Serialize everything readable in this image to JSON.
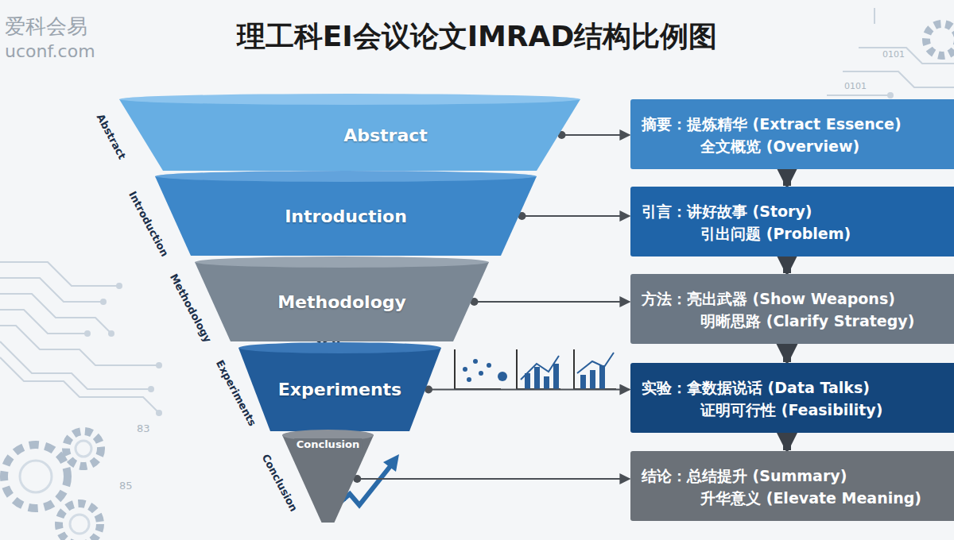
{
  "diagram": {
    "title": "理工科EI会议论文IMRAD结构比例图",
    "nodes": [
      {
        "text": [
          "Abstract"
        ]
      },
      {
        "text": [
          "Introduction"
        ]
      },
      {
        "text": [
          "Methodology"
        ]
      },
      {
        "text": [
          "Experiments"
        ]
      },
      {
        "text": [
          "Conclusion"
        ]
      },
      {
        "text": [
          "摘要：提炼精华 (Extract Essence)",
          "全文概览 (Overview)"
        ]
      },
      {
        "text": [
          "引言：讲好故事 (Story)",
          "引出问题 (Problem)"
        ]
      },
      {
        "text": [
          "方法：亮出武器 (Show Weapons)",
          "明晰思路 (Clarify Strategy)"
        ]
      },
      {
        "text": [
          "实验：拿数据说话 (Data Talks)",
          "证明可行性 (Feasibility)"
        ]
      },
      {
        "text": [
          "结论：总结提升 (Summary)",
          "升华意义 (Elevate Meaning)"
        ]
      }
    ],
    "edges": [
      {
        "from": 0,
        "to": 5,
        "arrow": "to"
      },
      {
        "from": 1,
        "to": 6,
        "arrow": "to"
      },
      {
        "from": 2,
        "to": 7,
        "arrow": "to"
      },
      {
        "from": 3,
        "to": 8,
        "arrow": "to"
      },
      {
        "from": 4,
        "to": 9,
        "arrow": "to"
      },
      {
        "from": 5,
        "to": 6,
        "arrow": "to"
      },
      {
        "from": 6,
        "to": 7,
        "arrow": "to"
      },
      {
        "from": 7,
        "to": 8,
        "arrow": "to"
      },
      {
        "from": 8,
        "to": 9,
        "arrow": "to"
      }
    ],
    "labels": [
      "爱科会易",
      "uconf.com",
      "Abstract",
      "Introduction",
      "Methodology",
      "Experiments",
      "Conclusion",
      "0101",
      "0101",
      "83",
      "85"
    ]
  }
}
